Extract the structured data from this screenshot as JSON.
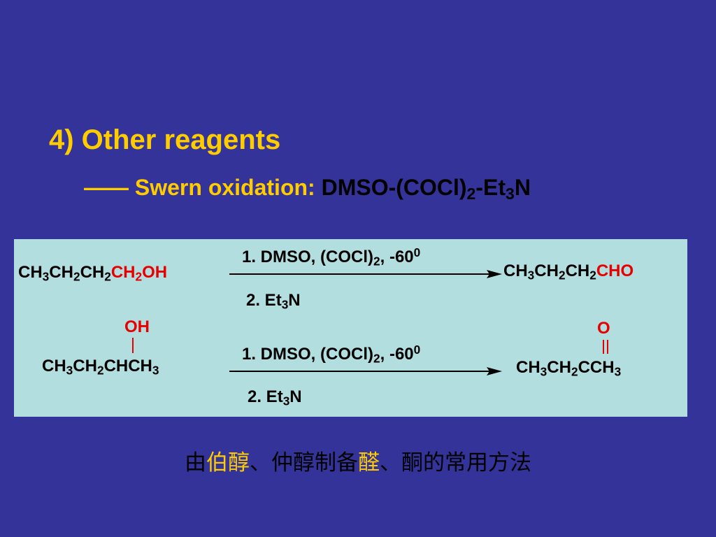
{
  "title": "4) Other reagents",
  "subtitle": {
    "dash": "——",
    "name": "Swern oxidation:",
    "reagent_a": "DMSO-(COCl)",
    "reagent_a_sub": "2",
    "reagent_b": "-Et",
    "reagent_b_sub": "3",
    "reagent_c": "N"
  },
  "reaction1": {
    "reactant": [
      {
        "t": "CH",
        "s": "3",
        "red": false
      },
      {
        "t": "CH",
        "s": "2",
        "red": false
      },
      {
        "t": "CH",
        "s": "2",
        "red": false
      },
      {
        "t": "CH",
        "s": "2",
        "red": true
      },
      {
        "t": "OH",
        "s": "",
        "red": true
      }
    ],
    "cond1": {
      "a": "1. DMSO,  (COCl)",
      "a_sub": "2",
      "b": ",  -60",
      "b_sup": "0"
    },
    "cond2": {
      "a": "2. Et",
      "a_sub": "3",
      "b": "N"
    },
    "product": [
      {
        "t": "CH",
        "s": "3",
        "red": false
      },
      {
        "t": "CH",
        "s": "2",
        "red": false
      },
      {
        "t": "CH",
        "s": "2",
        "red": false
      },
      {
        "t": "CHO",
        "s": "",
        "red": true
      }
    ]
  },
  "reaction2": {
    "substituent": "OH",
    "reactant": [
      {
        "t": "CH",
        "s": "3",
        "red": false
      },
      {
        "t": "CH",
        "s": "2",
        "red": false
      },
      {
        "t": "CHCH",
        "s": "3",
        "red": false
      }
    ],
    "cond1": {
      "a": "1. DMSO,  (COCl)",
      "a_sub": "2",
      "b": ",  -60",
      "b_sup": "0"
    },
    "cond2": {
      "a": "2. Et",
      "a_sub": "3",
      "b": "N"
    },
    "product_substituent": "O",
    "product": [
      {
        "t": "CH",
        "s": "3",
        "red": false
      },
      {
        "t": "CH",
        "s": "2",
        "red": false
      },
      {
        "t": "CCH",
        "s": "3",
        "red": false
      }
    ]
  },
  "caption": [
    {
      "t": "由",
      "highlight": false
    },
    {
      "t": "伯醇",
      "highlight": true
    },
    {
      "t": "、仲醇制备",
      "highlight": false
    },
    {
      "t": "醛",
      "highlight": true
    },
    {
      "t": "、酮的常用方法",
      "highlight": false
    }
  ],
  "colors": {
    "background": "#333399",
    "panel": "#b3dee0",
    "heading": "#ffcc00",
    "highlight": "#e60000",
    "text": "#000000"
  }
}
